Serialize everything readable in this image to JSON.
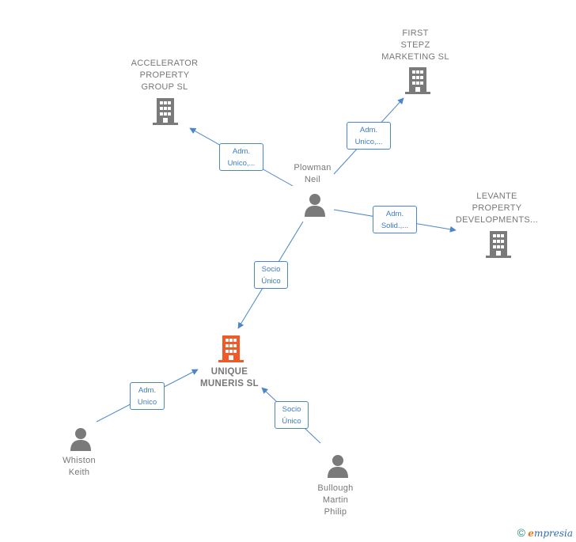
{
  "nodes": {
    "accelerator": {
      "label": "ACCELERATOR\nPROPERTY\nGROUP  SL",
      "type": "company"
    },
    "first_stepz": {
      "label": "FIRST\nSTEPZ\nMARKETING SL",
      "type": "company"
    },
    "levante": {
      "label": "LEVANTE\nPROPERTY\nDEVELOPMENTS...",
      "type": "company"
    },
    "unique": {
      "label": "UNIQUE\nMUNERIS  SL",
      "type": "company-main"
    },
    "plowman": {
      "label": "Plowman\nNeil",
      "type": "person"
    },
    "whiston": {
      "label": "Whiston\nKeith",
      "type": "person"
    },
    "bullough": {
      "label": "Bullough\nMartin\nPhilip",
      "type": "person"
    }
  },
  "edges": [
    {
      "from": "plowman",
      "to": "accelerator",
      "label": "Adm.\nUnico,..."
    },
    {
      "from": "plowman",
      "to": "first_stepz",
      "label": "Adm.\nUnico,..."
    },
    {
      "from": "plowman",
      "to": "levante",
      "label": "Adm.\nSolid.,..."
    },
    {
      "from": "plowman",
      "to": "unique",
      "label": "Socio\nÚnico"
    },
    {
      "from": "whiston",
      "to": "unique",
      "label": "Adm.\nUnico"
    },
    {
      "from": "bullough",
      "to": "unique",
      "label": "Socio\nÚnico"
    }
  ],
  "colors": {
    "edge": "#4a86c8",
    "company_icon": "#7a7a7a",
    "main_company_icon": "#f05a28",
    "person_icon": "#7a7a7a"
  },
  "footer": {
    "copyright": "©",
    "brand_initial": "e",
    "brand_rest": "mpresia"
  }
}
